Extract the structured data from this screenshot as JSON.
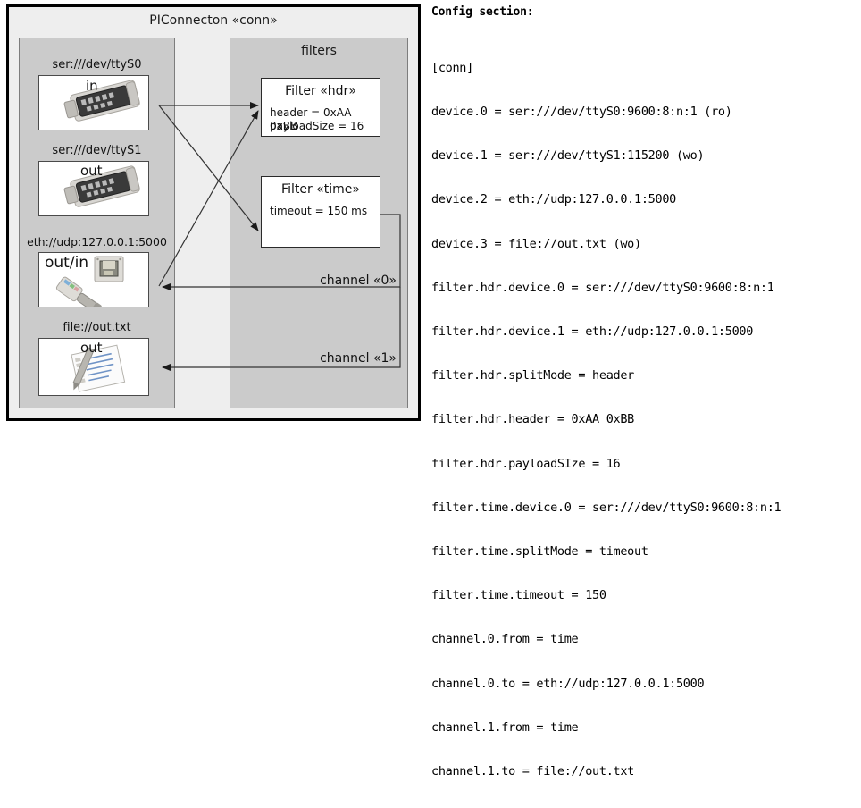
{
  "diagram": {
    "title": "PIConnecton «conn»",
    "devices_panel": {
      "title": "",
      "devices": [
        {
          "label": "ser:///dev/ttyS0",
          "io": "in",
          "icon": "serial-connector-icon"
        },
        {
          "label": "ser:///dev/ttyS1",
          "io": "out",
          "icon": "serial-connector-icon"
        },
        {
          "label": "eth://udp:127.0.0.1:5000",
          "io": "out/in",
          "icon": "ethernet-connector-icon"
        },
        {
          "label": "file://out.txt",
          "io": "out",
          "icon": "text-file-icon"
        }
      ]
    },
    "filters_panel": {
      "title": "filters",
      "filters": [
        {
          "title": "Filter «hdr»",
          "props": [
            "header = 0xAA 0xBB",
            "payloadSize = 16"
          ]
        },
        {
          "title": "Filter «time»",
          "props": [
            "timeout = 150 ms"
          ]
        }
      ],
      "channels": [
        {
          "label": "channel «0»"
        },
        {
          "label": "channel «1»"
        }
      ]
    }
  },
  "config": {
    "heading": "Config section:",
    "lines": [
      "[conn]",
      "device.0 = ser:///dev/ttyS0:9600:8:n:1 (ro)",
      "device.1 = ser:///dev/ttyS1:115200 (wo)",
      "device.2 = eth://udp:127.0.0.1:5000",
      "device.3 = file://out.txt (wo)",
      "filter.hdr.device.0 = ser:///dev/ttyS0:9600:8:n:1",
      "filter.hdr.device.1 = eth://udp:127.0.0.1:5000",
      "filter.hdr.splitMode = header",
      "filter.hdr.header = 0xAA 0xBB",
      "filter.hdr.payloadSIze = 16",
      "filter.time.device.0 = ser:///dev/ttyS0:9600:8:n:1",
      "filter.time.splitMode = timeout",
      "filter.time.timeout = 150",
      "channel.0.from = time",
      "channel.0.to = eth://udp:127.0.0.1:5000",
      "channel.1.from = time",
      "channel.1.to = file://out.txt"
    ]
  },
  "colors": {
    "outer_panel_bg": "#eeeeee",
    "inner_panel_bg": "#cbcbcb",
    "box_bg": "#ffffff",
    "border": "#000000",
    "line": "#333333"
  }
}
